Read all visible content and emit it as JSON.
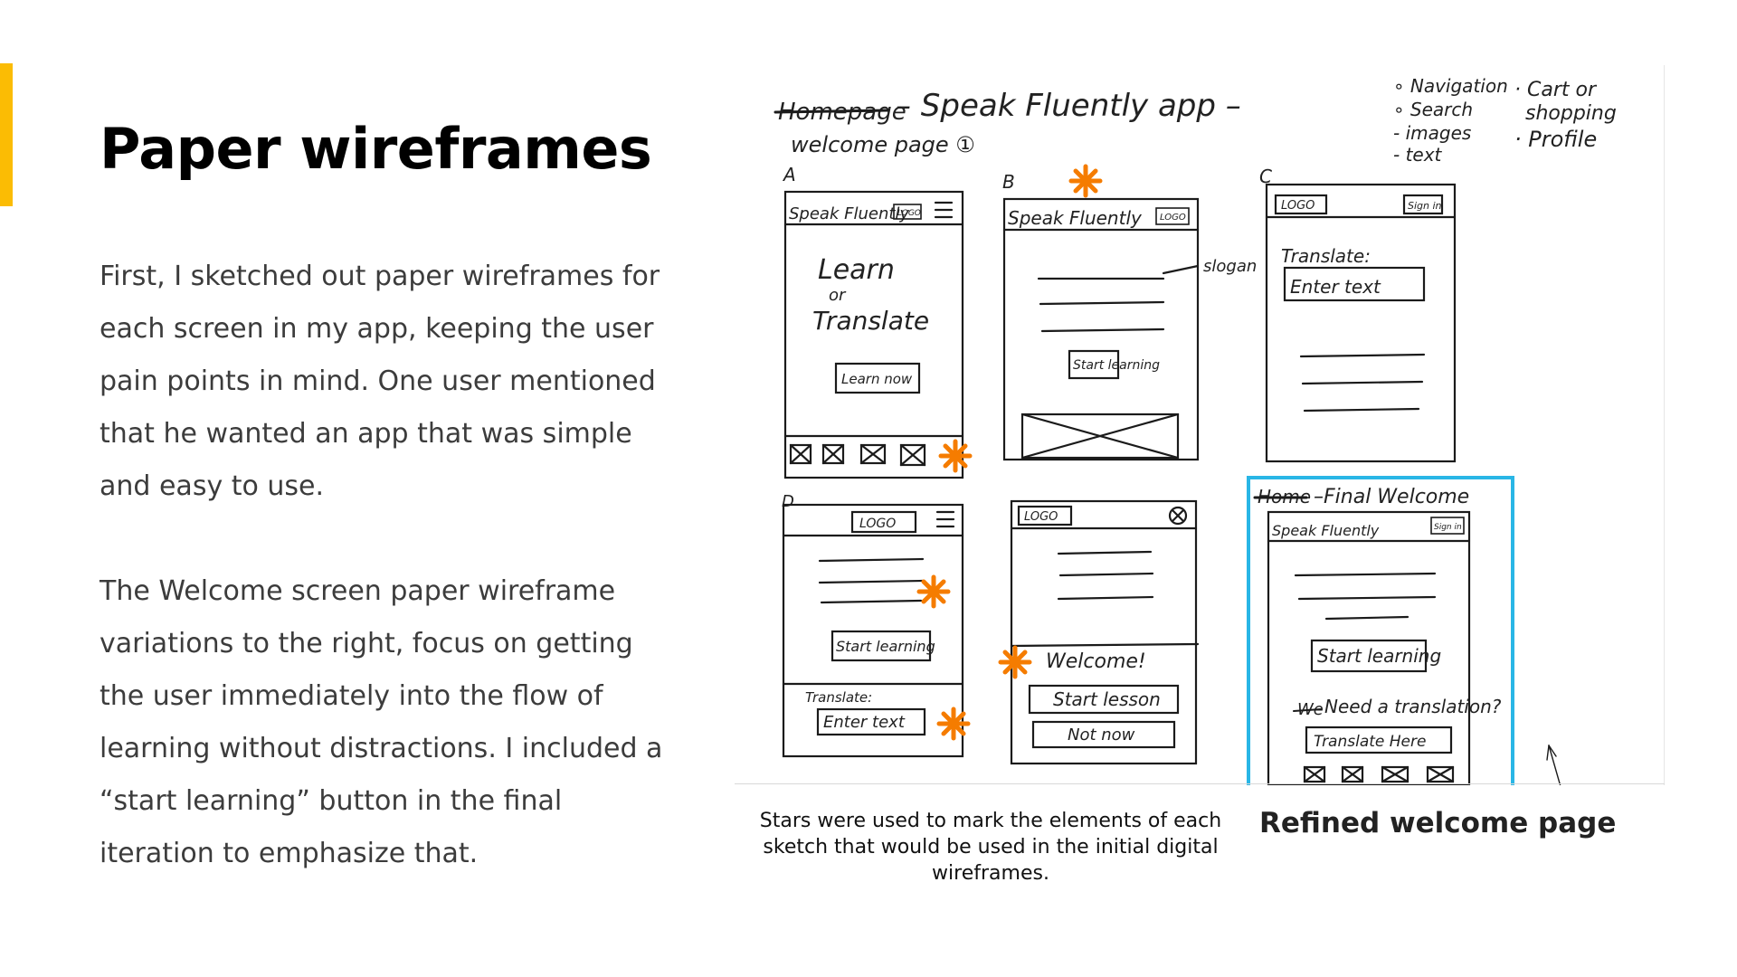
{
  "slide": {
    "title": "Paper wireframes",
    "paragraph_1": "First, I sketched out paper wireframes for each screen in my app, keeping the user pain points in mind.  One user mentioned that he wanted an app that was simple and easy to use.",
    "paragraph_2": "The Welcome screen paper wireframe variations to the right, focus on getting the user immediately into the flow of learning without distractions. I included a “start learning” button in the final iteration to emphasize that.",
    "caption": "Stars were used to mark the elements of each sketch that would be used in the initial digital wireframes.",
    "refined_label": "Refined welcome page",
    "accent_color": "#fbbc04",
    "highlight_color": "#29b6e6",
    "star_color": "#f57c00"
  },
  "sketch": {
    "heading_struck": "Homepage",
    "heading": "– Speak Fluently app –",
    "subheading": "welcome page ①",
    "notes_left": [
      "∘ Navigation",
      "∘ Search",
      "- images",
      "- text"
    ],
    "notes_right": [
      "· Cart or",
      "shopping",
      "· Profile"
    ],
    "variant_letters": [
      "A",
      "B",
      "C",
      "D"
    ],
    "frame_a": {
      "brand": "Speak Fluently",
      "logo": "LOGO",
      "learn": "Learn",
      "or": "or",
      "translate": "Translate",
      "button": "Learn now"
    },
    "frame_b": {
      "brand": "Speak Fluently",
      "logo": "LOGO",
      "slogan": "slogan",
      "button": "Start learning"
    },
    "frame_c": {
      "logo": "LOGO",
      "signin": "Sign in",
      "translate": "Translate:",
      "input": "Enter text"
    },
    "frame_d": {
      "logo": "LOGO",
      "button": "Start learning",
      "translate": "Translate:",
      "input": "Enter text"
    },
    "frame_e": {
      "logo": "LOGO",
      "welcome": "Welcome!",
      "button_1": "Start lesson",
      "button_2": "Not now"
    },
    "frame_f": {
      "struck": "Home",
      "label": "–Final Welcome",
      "brand": "Speak Fluently",
      "signin": "Sign in",
      "button": "Start learning",
      "question": "Need a translation?",
      "question_struck": "We",
      "button_2": "Translate Here"
    }
  }
}
